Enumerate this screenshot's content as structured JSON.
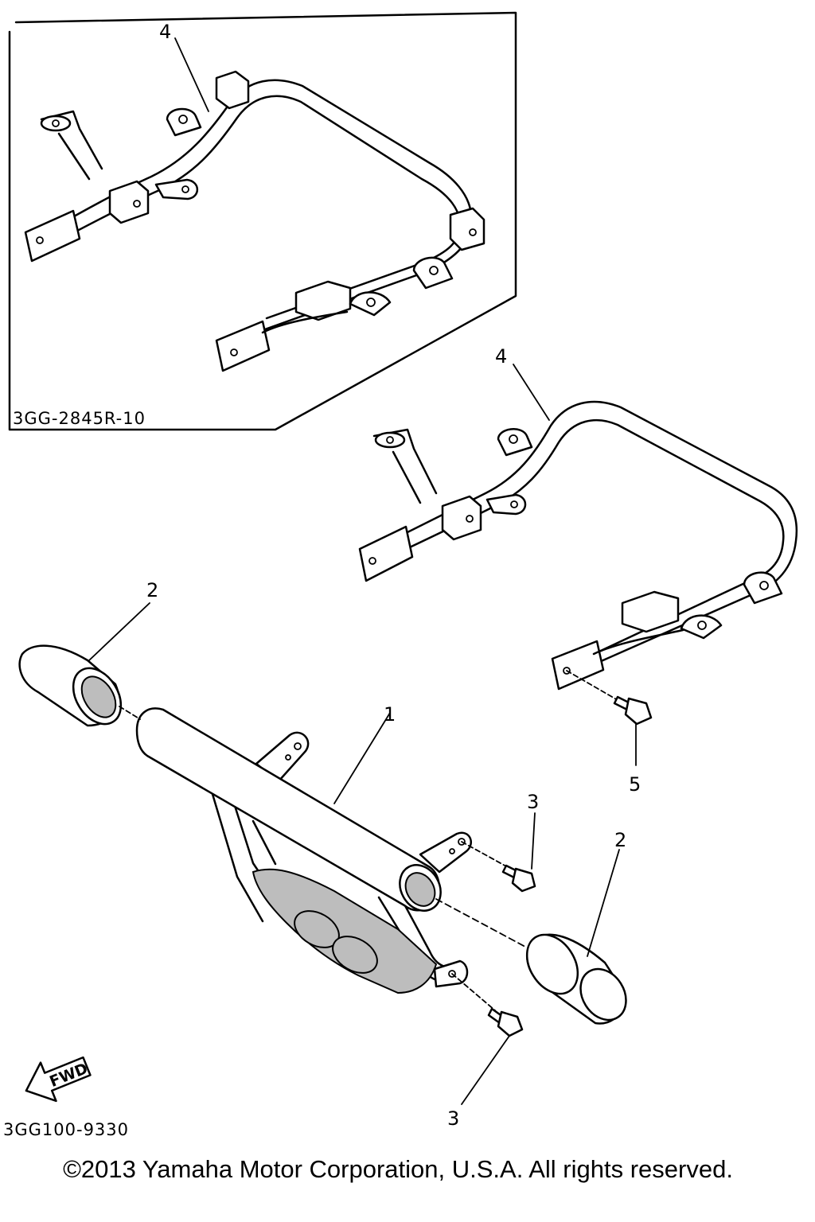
{
  "diagram": {
    "inset_code": "3GG-2845R-10",
    "drawing_code": "3GG100-9330",
    "fwd_label": "FWD",
    "callouts": {
      "part_1": "1",
      "part_2_left": "2",
      "part_2_right": "2",
      "part_3_upper": "3",
      "part_3_lower": "3",
      "part_4_inset": "4",
      "part_4_main": "4",
      "part_5": "5"
    }
  },
  "footer": {
    "copyright": "©2013 Yamaha Motor Corporation, U.S.A. All rights reserved."
  }
}
